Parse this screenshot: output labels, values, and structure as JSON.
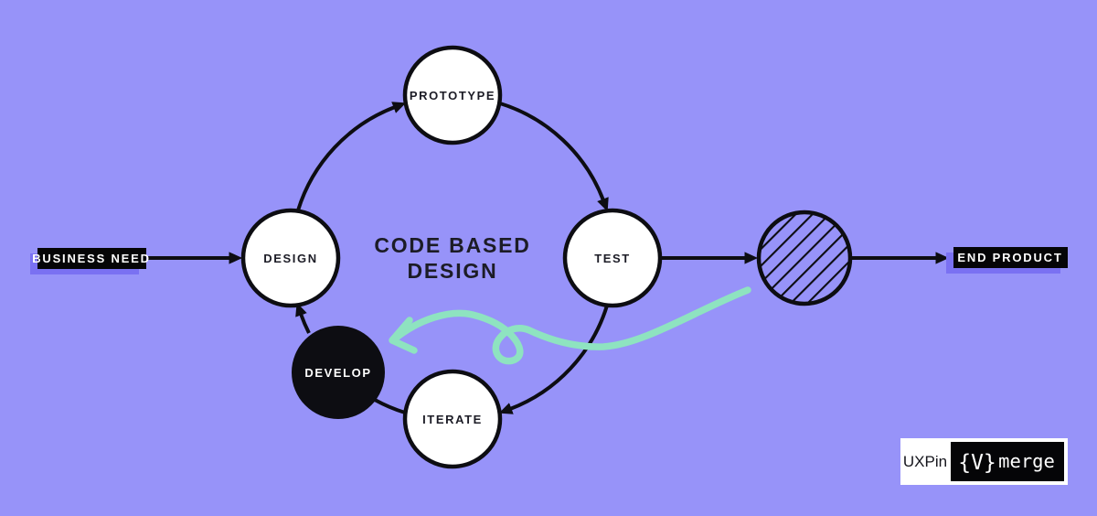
{
  "title": {
    "line1": "CODE BASED",
    "line2": "DESIGN"
  },
  "endpoints": {
    "start_label": "BUSINESS NEED",
    "end_label": "END PRODUCT"
  },
  "nodes": [
    {
      "id": "design",
      "label": "DESIGN",
      "style": "outline"
    },
    {
      "id": "prototype",
      "label": "PROTOTYPE",
      "style": "outline"
    },
    {
      "id": "test",
      "label": "TEST",
      "style": "outline"
    },
    {
      "id": "iterate",
      "label": "ITERATE",
      "style": "outline"
    },
    {
      "id": "develop",
      "label": "DEVELOP",
      "style": "filled"
    }
  ],
  "icons": {
    "hatched_circle": "diagonal-hatched-circle",
    "feedback_arrow": "teal-looping-arrow",
    "flow_arrowheads": "black-triangle-arrowhead"
  },
  "logo": {
    "brand": "UXPin",
    "glyph": "{V}",
    "product": "merge"
  },
  "colors": {
    "background": "#9793F9",
    "ink": "#0D0D12",
    "text": "#1C1C26",
    "node_fill": "#FFFFFF",
    "accent_teal": "#8EE3C0",
    "label_shadow": "#7A71F2",
    "label_bg": "#050507"
  }
}
